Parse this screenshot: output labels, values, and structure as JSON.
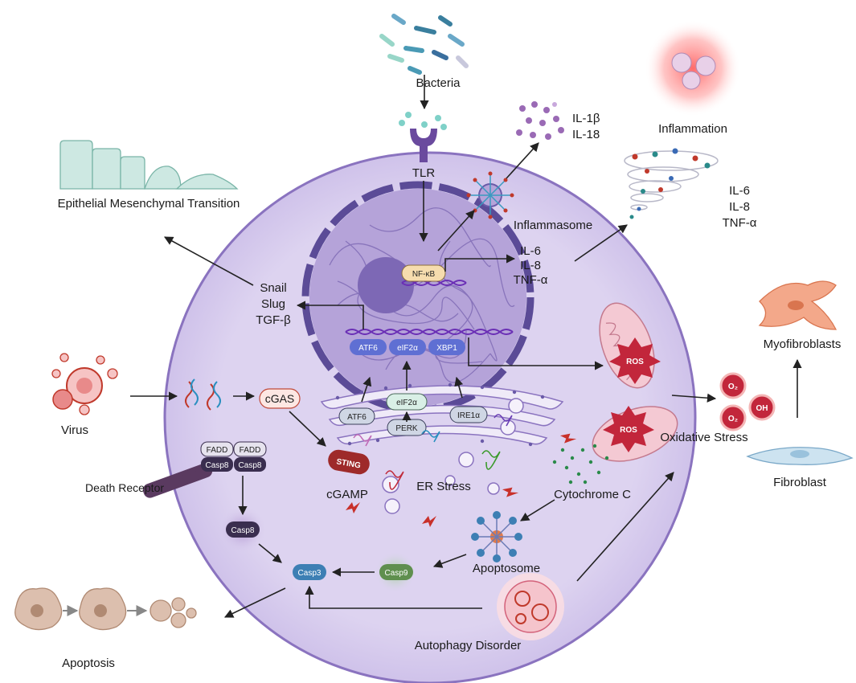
{
  "labels": {
    "bacteria": "Bacteria",
    "tlr": "TLR",
    "il1b": "IL-1β",
    "il18": "IL-18",
    "inflammation": "Inflammation",
    "inflammasome": "Inflammasome",
    "storm_il6": "IL-6",
    "storm_il8": "IL-8",
    "storm_tnfa": "TNF-α",
    "nfkb_il6": "IL-6",
    "nfkb_il8": "IL-8",
    "nfkb_tnfa": "TNF-α",
    "emt": "Epithelial Mesenchymal Transition",
    "snail": "Snail",
    "slug": "Slug",
    "tgfb": "TGF-β",
    "virus": "Virus",
    "cgas": "cGAS",
    "cgamp": "cGAMP",
    "er_stress": "ER Stress",
    "cytochrome_c": "Cytochrome C",
    "oxidative_stress": "Oxidative Stress",
    "myofibroblasts": "Myofibroblasts",
    "fibroblast": "Fibroblast",
    "death_receptor": "Death Receptor",
    "apoptosome": "Apoptosome",
    "autophagy_disorder": "Autophagy Disorder",
    "apoptosis": "Apoptosis"
  },
  "pills": {
    "nfkb": "NF-κB",
    "atf6_nuc": "ATF6",
    "eif2a_nuc": "eIF2α",
    "xbp1": "XBP1",
    "eif2a_er": "eIF2α",
    "atf6_er": "ATF6",
    "perk": "PERK",
    "ire1a": "IRE1α",
    "sting": "STING",
    "fadd1": "FADD",
    "fadd2": "FADD",
    "casp8_a": "Casp8",
    "casp8_b": "Casp8",
    "casp8_c": "Casp8",
    "casp3": "Casp3",
    "casp9": "Casp9",
    "ros1": "ROS",
    "ros2": "ROS",
    "o2a": "O₂",
    "o2b": "O₂",
    "oh": "OH"
  },
  "colors": {
    "cell": "#ddd3f0",
    "cell_border": "#8a73bf",
    "nucleus": "#b5a3d9",
    "nuclear_envelope": "#5b4b97",
    "nucleolus": "#7d68b5",
    "pill_blue": "#5f6fd3",
    "pill_nfkb": "#f6dcae",
    "ros": "#c2263b",
    "sting": "#9e2a2a",
    "casp_dark": "#3a2e4f",
    "casp3": "#3d7fb4",
    "casp9": "#5f8f4e",
    "inflammation_glow": "#f88"
  }
}
